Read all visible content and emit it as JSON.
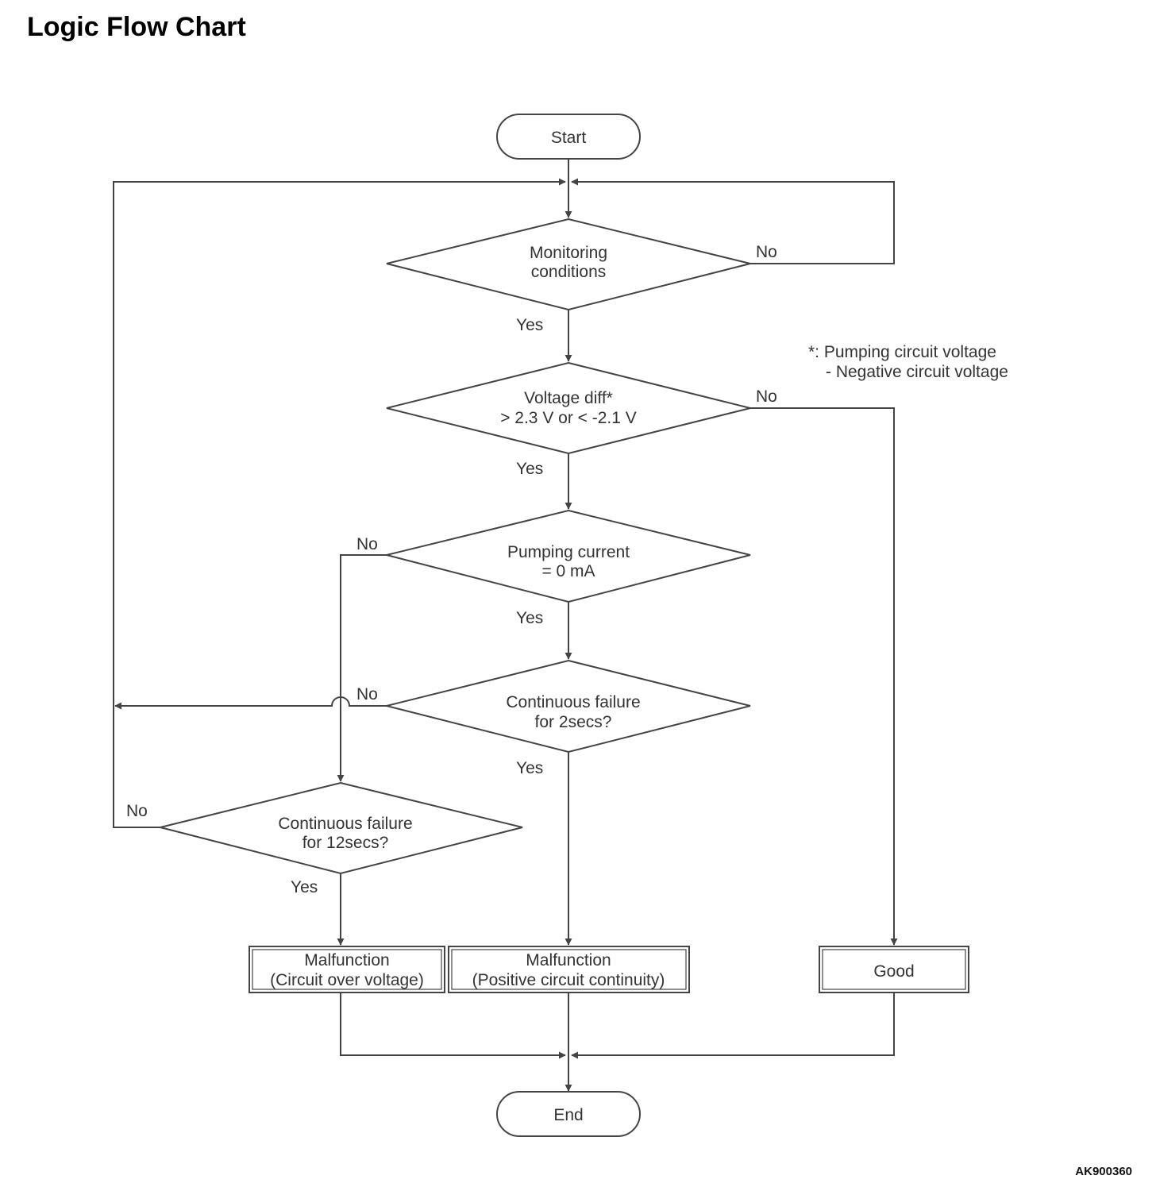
{
  "title": "Logic Flow Chart",
  "figure_code": "AK900360",
  "footnote": {
    "line1": "*: Pumping circuit voltage",
    "line2": "- Negative circuit voltage"
  },
  "nodes": {
    "start": {
      "label": "Start"
    },
    "end": {
      "label": "End"
    },
    "d1": {
      "line1": "Monitoring",
      "line2": "conditions"
    },
    "d2": {
      "line1": "Voltage diff*",
      "line2": "> 2.3 V or < -2.1 V"
    },
    "d3": {
      "line1": "Pumping current",
      "line2": "= 0 mA"
    },
    "d4": {
      "line1": "Continuous failure",
      "line2": "for 2secs?"
    },
    "d5": {
      "line1": "Continuous failure",
      "line2": "for 12secs?"
    },
    "r1": {
      "line1": "Malfunction",
      "line2": "(Circuit over voltage)"
    },
    "r2": {
      "line1": "Malfunction",
      "line2": "(Positive circuit continuity)"
    },
    "r3": {
      "label": "Good"
    }
  },
  "branch_labels": {
    "d1_no": "No",
    "d1_yes": "Yes",
    "d2_no": "No",
    "d2_yes": "Yes",
    "d3_no": "No",
    "d3_yes": "Yes",
    "d4_no": "No",
    "d4_yes": "Yes",
    "d5_no": "No",
    "d5_yes": "Yes"
  }
}
